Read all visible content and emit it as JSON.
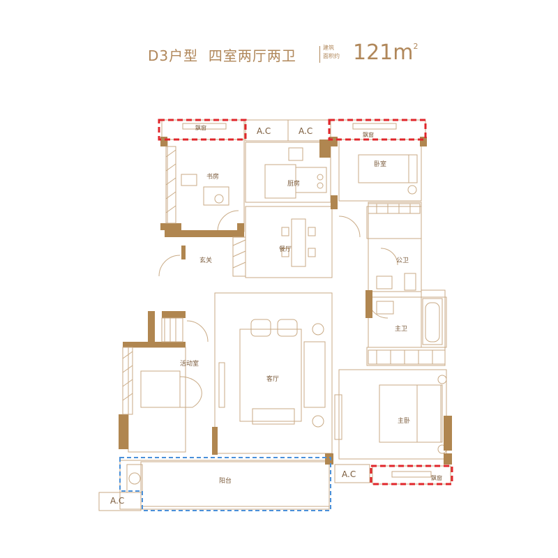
{
  "header": {
    "title": "D3户型",
    "layout": "四室两厅两卫",
    "area_label_top": "建筑",
    "area_label_bottom": "面积约",
    "area_value": "121",
    "area_unit": "m",
    "area_unit_sup": "2"
  },
  "rooms": {
    "study": "书房",
    "kitchen": "厨房",
    "bedroom": "卧室",
    "dining": "餐厅",
    "foyer": "玄关",
    "public_bath": "公卫",
    "master_bath": "主卫",
    "activity": "活动室",
    "living": "客厅",
    "master_bed": "主卧",
    "balcony": "阳台"
  },
  "windows": {
    "bay_left": "飘窗",
    "bay_right": "飘窗",
    "bay_bottom": "飘窗"
  },
  "ac_units": {
    "top_left": "A.C",
    "top_right": "A.C",
    "bottom_right": "A.C",
    "bottom_left": "A.C"
  },
  "colors": {
    "wall": "#b08650",
    "line": "#c9aa85",
    "accent": "#b0875a",
    "red_dash": "#e0262b",
    "blue_dash": "#4a90d9"
  }
}
